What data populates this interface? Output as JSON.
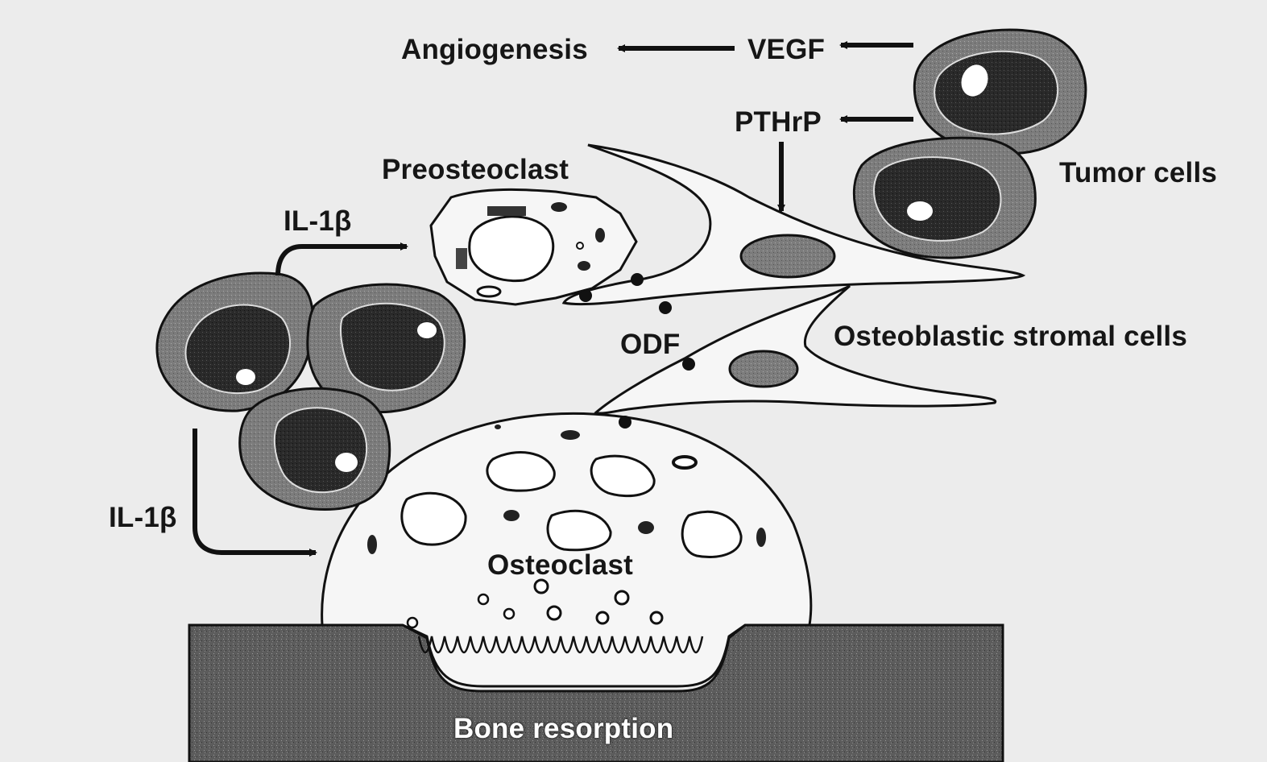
{
  "labels": {
    "angiogenesis": "Angiogenesis",
    "vegf": "VEGF",
    "pthrp": "PTHrP",
    "tumor_cells": "Tumor cells",
    "preosteoclast": "Preosteoclast",
    "il1b_top": "IL-1β",
    "odf": "ODF",
    "osteoblastic_stromal_cells": "Osteoblastic stromal cells",
    "il1b_left": "IL-1β",
    "osteoclast": "Osteoclast",
    "bone_resorption": "Bone resorption"
  },
  "colors": {
    "background": "#ececec",
    "bone": "#5a5a5a",
    "tumor_outer": "#7a7a7a",
    "tumor_nucleus": "#262626",
    "outline": "#111111"
  }
}
